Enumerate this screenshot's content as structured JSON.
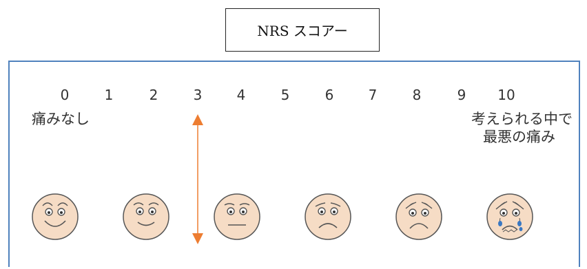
{
  "title": "NRS スコアー",
  "scale": {
    "numbers": [
      "0",
      "1",
      "2",
      "3",
      "4",
      "5",
      "6",
      "7",
      "8",
      "9",
      "10"
    ],
    "left_label": "痛みなし",
    "right_label_line1": "考えられる中で",
    "right_label_line2": "最悪の痛み"
  },
  "colors": {
    "panel_border": "#4f81bd",
    "arrow": "#ed7d31",
    "face_fill": "#f6dcc5",
    "face_stroke": "#555555",
    "tear": "#3a78c2"
  },
  "faces": [
    {
      "name": "face-very-happy-icon"
    },
    {
      "name": "face-happy-icon"
    },
    {
      "name": "face-neutral-icon"
    },
    {
      "name": "face-sad-icon"
    },
    {
      "name": "face-very-sad-icon"
    },
    {
      "name": "face-crying-icon"
    }
  ]
}
